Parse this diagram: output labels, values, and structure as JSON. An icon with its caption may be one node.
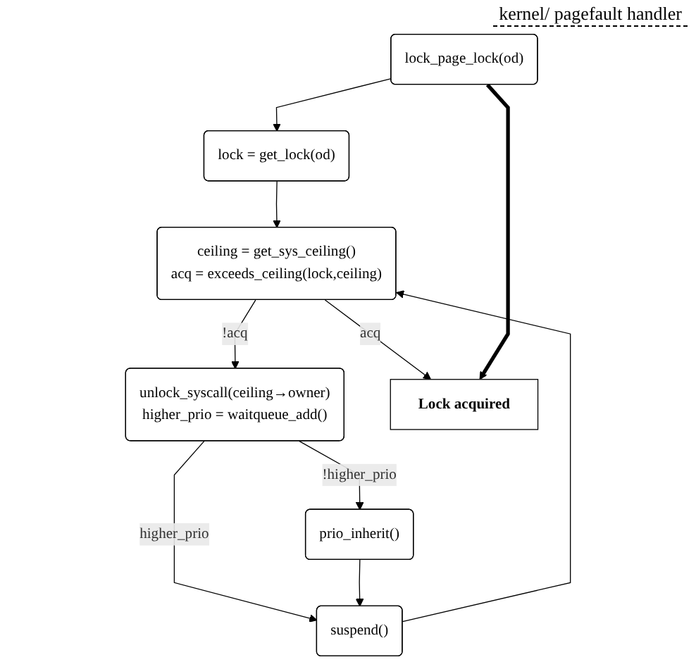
{
  "diagram": {
    "nodes": [
      {
        "text": [
          "lock_page_lock(od)"
        ]
      },
      {
        "text": [
          "lock = get_lock(od)"
        ]
      },
      {
        "text": [
          "ceiling = get_sys_ceiling()",
          "acq = exceeds_ceiling(lock,ceiling)"
        ]
      },
      {
        "text": [
          "unlock_syscall(ceiling→owner)",
          "higher_prio = waitqueue_add()"
        ]
      },
      {
        "text": [
          "prio_inherit()"
        ]
      },
      {
        "text": [
          "suspend()"
        ]
      },
      {
        "text": [
          "Lock acquired"
        ]
      }
    ],
    "edges": [
      {
        "from": 0,
        "to": 1,
        "arrow": "to"
      },
      {
        "from": 1,
        "to": 2,
        "arrow": "to"
      },
      {
        "from": 2,
        "to": 3,
        "arrow": "to",
        "label": "!acq"
      },
      {
        "from": 3,
        "to": 4,
        "arrow": "to",
        "label": "!higher_prio"
      },
      {
        "from": 3,
        "to": 5,
        "arrow": "to",
        "label": "higher_prio"
      },
      {
        "from": 4,
        "to": 5,
        "arrow": "to"
      },
      {
        "from": 5,
        "to": 2,
        "arrow": "to"
      },
      {
        "from": 2,
        "to": 6,
        "arrow": "to",
        "label": "acq"
      },
      {
        "from": 0,
        "to": 6,
        "arrow": "to",
        "style": "thick"
      }
    ],
    "labels": [
      "kernel/ pagefault handler"
    ]
  }
}
